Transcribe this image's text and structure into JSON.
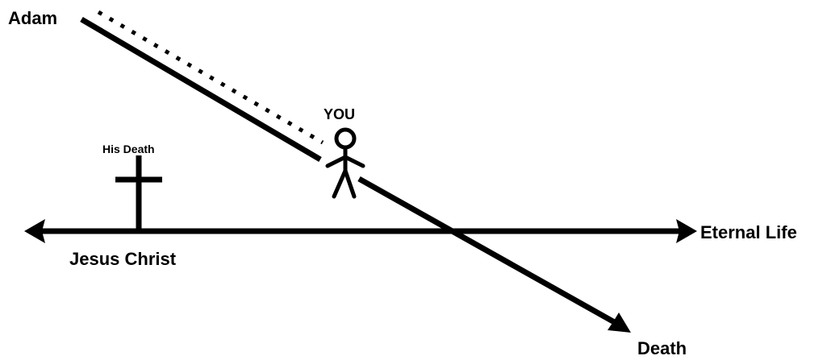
{
  "labels": {
    "adam": "Adam",
    "you": "YOU",
    "his_death": "His Death",
    "eternal_life": "Eternal Life",
    "jesus_christ": "Jesus Christ",
    "death": "Death"
  },
  "colors": {
    "ink": "#000000",
    "background": "#ffffff"
  },
  "icons": {
    "cross": "cross-icon",
    "person": "stick-figure-icon"
  }
}
